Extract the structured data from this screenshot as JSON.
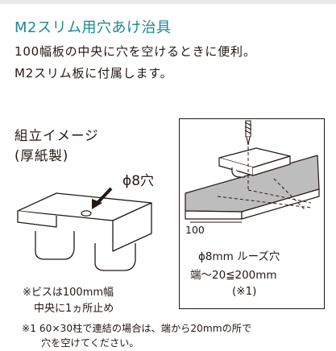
{
  "title": "M2スリム用穴あけ治具",
  "description": [
    "100幅板の中央に穴を空けるときに便利。",
    "M2スリム板に付属します。"
  ],
  "illustration": {
    "caption_line1": "組立イメージ",
    "caption_line2": "(厚紙製)",
    "hole_label": "ϕ8穴",
    "note_line1": "※ビスは100mm幅",
    "note_line2": "中央に1ヵ所止め"
  },
  "detail": {
    "board_width": "100",
    "spec_line1": "ϕ8mm ルーズ穴",
    "spec_line2": "端～20≦200mm",
    "spec_line3": "(※1)"
  },
  "footnote": {
    "line1": "※1 60×30柱で連結の場合は、端から20mmの所で",
    "line2": "穴を空けてください。"
  }
}
